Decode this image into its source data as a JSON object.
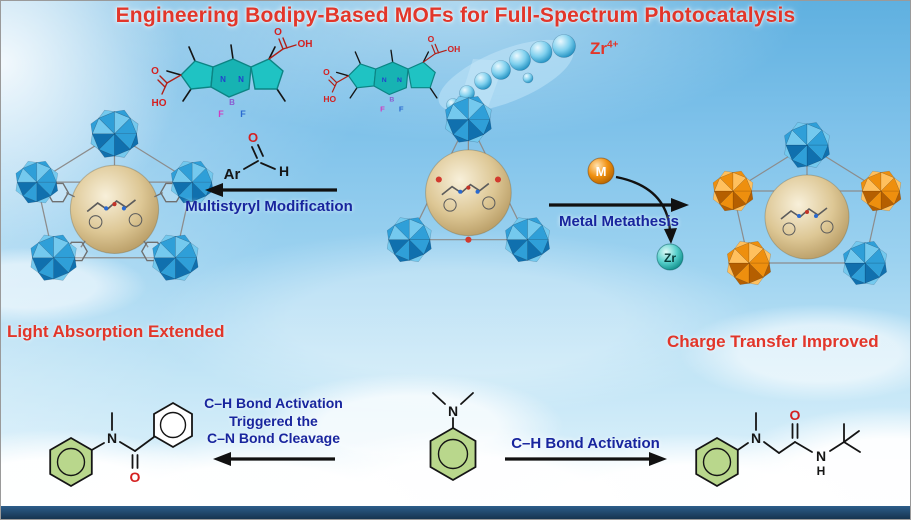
{
  "title": "Engineering Bodipy-Based MOFs for Full-Spectrum Photocatalysis",
  "synthesis": {
    "zr_ion": {
      "element": "Zr",
      "charge": "4+"
    },
    "bodipy": {
      "o1": "O",
      "ho": "HO",
      "o2": "O",
      "oh": "OH",
      "b": "B",
      "n1": "N",
      "n2": "N",
      "f1": "F",
      "f2": "F"
    }
  },
  "left_path": {
    "aldehyde": {
      "ar": "Ar",
      "o": "O",
      "h": "H"
    },
    "arrow_label": "Multistyryl Modification",
    "caption": "Light Absorption Extended"
  },
  "right_path": {
    "arrow_label": "Metal Metathesis",
    "metal_in": "M",
    "metal_out": "Zr",
    "caption": "Charge Transfer Improved"
  },
  "reactions": {
    "left_label_lines": [
      "C–H Bond Activation",
      "Triggered the",
      "C–N Bond Cleavage"
    ],
    "right_label": "C–H Bond Activation",
    "substrate": {
      "n": "N"
    },
    "amide_product": {
      "n": "N",
      "o": "O"
    },
    "amine_product": {
      "n1": "N",
      "o": "O",
      "n2": "N",
      "h": "H"
    }
  },
  "colors": {
    "title_red": "#e2362a",
    "label_blue": "#18259e",
    "mof_blue": "#2f9fd8",
    "mof_orange": "#ee8f0e",
    "bodipy_teal": "#1cc0c0",
    "ring_green": "#b9d78c",
    "sphere_tan": "#d9c28f"
  }
}
